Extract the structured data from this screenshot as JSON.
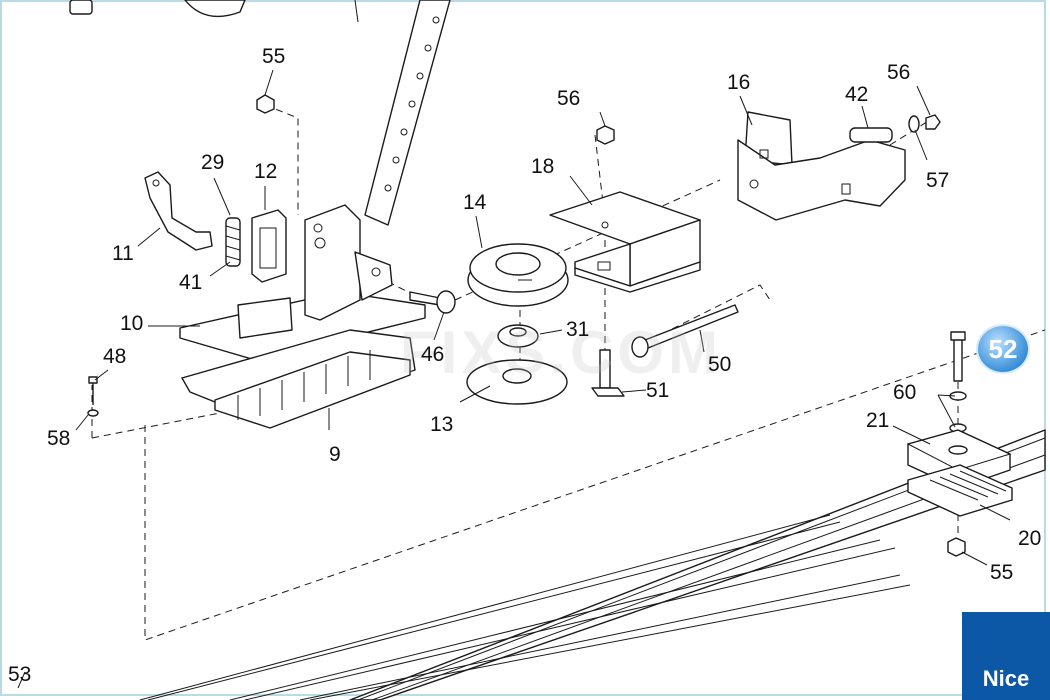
{
  "diagram": {
    "callouts": {
      "c55_top": "55",
      "c56_mid": "56",
      "c16": "16",
      "c42": "42",
      "c56_right": "56",
      "c57": "57",
      "c29": "29",
      "c12": "12",
      "c18": "18",
      "c14": "14",
      "c11": "11",
      "c41": "41",
      "c10": "10",
      "c31": "31",
      "c46": "46",
      "c50": "50",
      "c48": "48",
      "c51": "51",
      "c60": "60",
      "c21": "21",
      "c58": "58",
      "c13": "13",
      "c9": "9",
      "c20": "20",
      "c55_bottom": "55",
      "c53": "53"
    },
    "highlighted_callout": "52",
    "highlight_color": "#3a8fd9"
  },
  "brand": {
    "logo_text": "Nice",
    "logo_color": "#0d58a6"
  }
}
